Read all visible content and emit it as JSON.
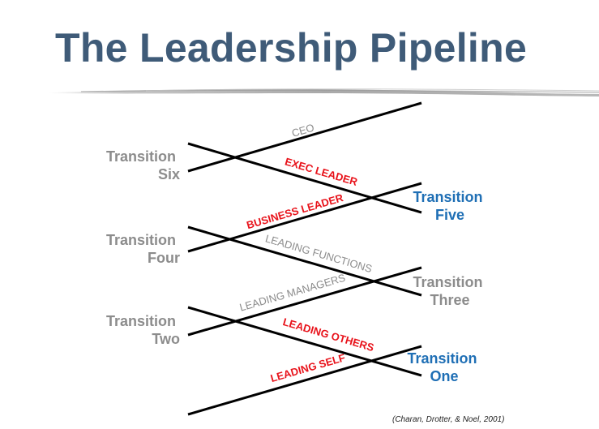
{
  "slide": {
    "title": "The Leadership Pipeline",
    "citation": "(Charan, Drotter, & Noel, 2001)"
  },
  "diagram": {
    "transitions": {
      "six": [
        "Transition",
        "Six"
      ],
      "five": [
        "Transition",
        "Five"
      ],
      "four": [
        "Transition",
        "Four"
      ],
      "three": [
        "Transition",
        "Three"
      ],
      "two": [
        "Transition",
        "Two"
      ],
      "one": [
        "Transition",
        "One"
      ]
    },
    "passages": {
      "ceo": "CEO",
      "exec_leader": "EXEC LEADER",
      "business_leader": "BUSINESS LEADER",
      "leading_functions": "LEADING FUNCTIONS",
      "leading_managers": "LEADING MANAGERS",
      "leading_others": "LEADING OTHERS",
      "leading_self": "LEADING SELF"
    }
  },
  "colors": {
    "title": "#3f5b78",
    "gray_label": "#8c8c8c",
    "blue_label": "#1f6fb5",
    "red_label": "#e8121a",
    "line": "#000000"
  }
}
